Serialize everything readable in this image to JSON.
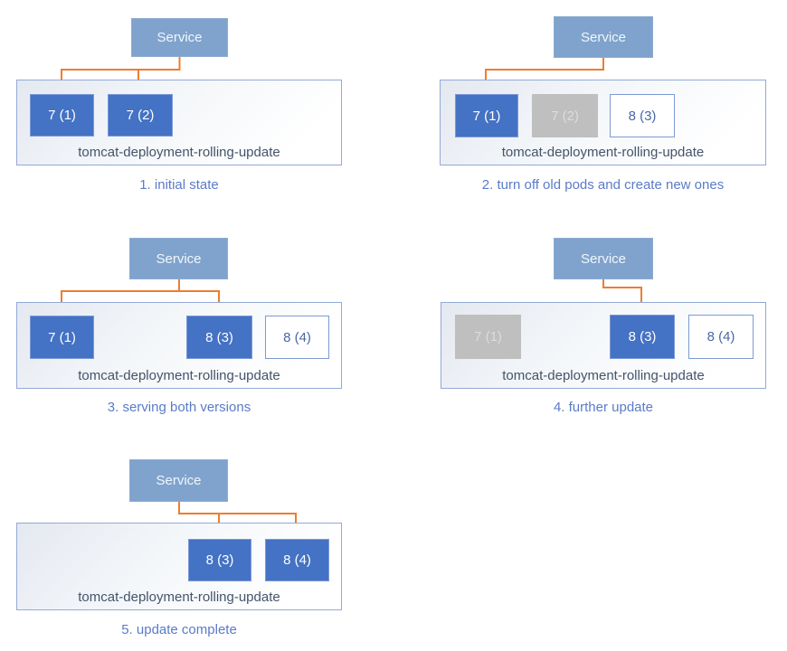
{
  "colors": {
    "service-fill": "#7FA3CD",
    "service-border": "#8CABD1",
    "service-text": "#F2F6FA",
    "pod-active-fill": "#4472C4",
    "pod-active-border": "#7B99D8",
    "pod-active-text": "#FFFFFF",
    "pod-stopped-fill": "#BFBFBF",
    "pod-stopped-text": "#DCDCDC",
    "pod-pending-border": "#7D9AD2",
    "pod-pending-text": "#4A67A8",
    "deployment-border": "#93A9D6",
    "deployment-text": "#44546A",
    "caption-text": "#5B7BC8",
    "arrow": "#ED7D31"
  },
  "stages": [
    {
      "service_label": "Service",
      "deployment_label": "tomcat-deployment-rolling-update",
      "caption": "1. initial state",
      "pods": [
        {
          "label": "7 (1)",
          "state": "active"
        },
        {
          "label": "7 (2)",
          "state": "active"
        }
      ]
    },
    {
      "service_label": "Service",
      "deployment_label": "tomcat-deployment-rolling-update",
      "caption": "2. turn off old pods and create new ones",
      "pods": [
        {
          "label": "7 (1)",
          "state": "active"
        },
        {
          "label": "7 (2)",
          "state": "stopped"
        },
        {
          "label": "8 (3)",
          "state": "pending"
        }
      ]
    },
    {
      "service_label": "Service",
      "deployment_label": "tomcat-deployment-rolling-update",
      "caption": "3. serving both versions",
      "pods": [
        {
          "label": "7 (1)",
          "state": "active"
        },
        {
          "label": "8 (3)",
          "state": "active"
        },
        {
          "label": "8 (4)",
          "state": "pending"
        }
      ]
    },
    {
      "service_label": "Service",
      "deployment_label": "tomcat-deployment-rolling-update",
      "caption": "4. further update",
      "pods": [
        {
          "label": "7 (1)",
          "state": "stopped"
        },
        {
          "label": "8 (3)",
          "state": "active"
        },
        {
          "label": "8 (4)",
          "state": "pending"
        }
      ]
    },
    {
      "service_label": "Service",
      "deployment_label": "tomcat-deployment-rolling-update",
      "caption": "5. update complete",
      "pods": [
        {
          "label": "8 (3)",
          "state": "active"
        },
        {
          "label": "8 (4)",
          "state": "active"
        }
      ]
    }
  ]
}
